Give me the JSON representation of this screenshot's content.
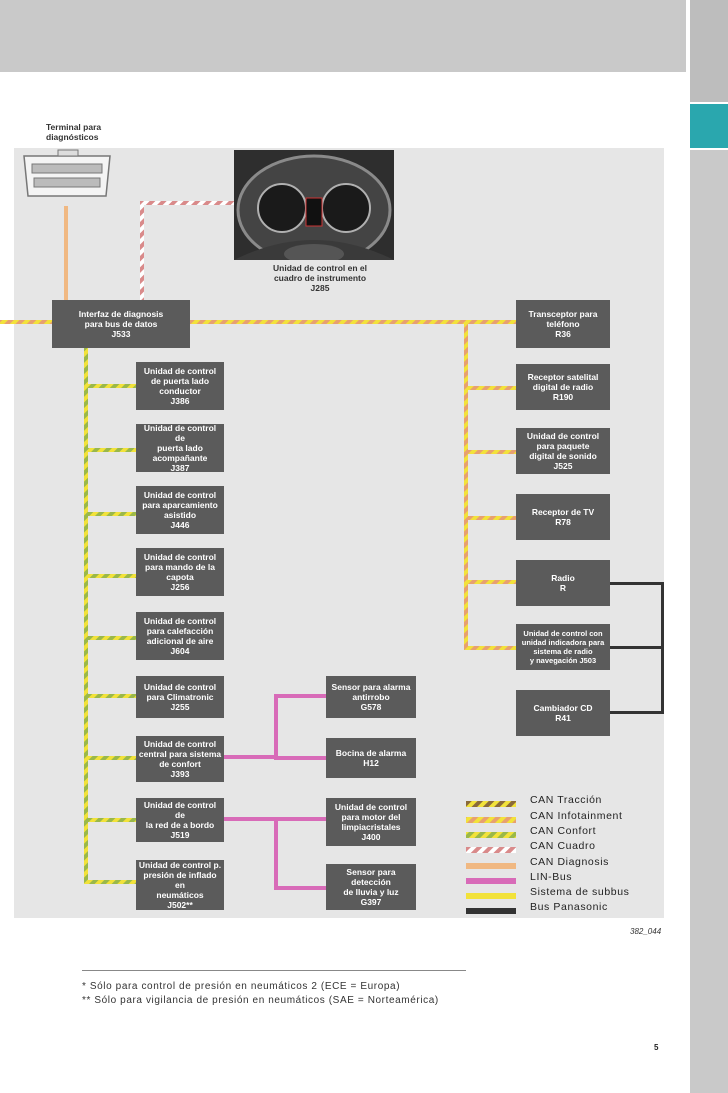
{
  "colors": {
    "can_traccion": "#8a6a3a",
    "can_infotainment": "#e8a070",
    "can_confort": "#9ab84a",
    "can_cuadro": "#d98a8a",
    "can_diagnosis": "#f0b882",
    "lin_bus": "#d86bb8",
    "subbus": "#f2e23a",
    "panasonic": "#333333",
    "box_fill": "#5b5b5b",
    "accent_teal": "#2aa7ae"
  },
  "diagnostic_terminal": {
    "label": "Terminal para diagnósticos"
  },
  "instrument_cluster": {
    "lines": [
      "Unidad de control en el",
      "cuadro de instrumento",
      "J285"
    ]
  },
  "gateway": {
    "lines": [
      "Interfaz de diagnosis",
      "para bus de datos",
      "J533"
    ]
  },
  "comfort_units": [
    {
      "lines": [
        "Unidad de control",
        "de puerta lado",
        "conductor",
        "J386"
      ]
    },
    {
      "lines": [
        "Unidad de control de",
        "puerta lado",
        "acompañante",
        "J387"
      ]
    },
    {
      "lines": [
        "Unidad de control",
        "para aparcamiento",
        "asistido",
        "J446"
      ]
    },
    {
      "lines": [
        "Unidad de control",
        "para mando de la",
        "capota",
        "J256"
      ]
    },
    {
      "lines": [
        "Unidad de control",
        "para calefacción",
        "adicional de aire",
        "J604"
      ]
    },
    {
      "lines": [
        "Unidad de control",
        "para Climatronic",
        "J255"
      ]
    },
    {
      "lines": [
        "Unidad de control",
        "central para sistema",
        "de confort",
        "J393"
      ]
    },
    {
      "lines": [
        "Unidad de control de",
        "la red de a bordo",
        "J519"
      ]
    },
    {
      "lines": [
        "Unidad de control p.",
        "presión de inflado en",
        "neumáticos",
        "J502**"
      ]
    }
  ],
  "lin_units": [
    {
      "lines": [
        "Sensor para alarma",
        "antirrobo",
        "G578"
      ]
    },
    {
      "lines": [
        "Bocina de alarma",
        "H12"
      ]
    },
    {
      "lines": [
        "Unidad de control",
        "para motor del",
        "limpiacristales",
        "J400"
      ]
    },
    {
      "lines": [
        "Sensor para detección",
        "de lluvia y luz",
        "G397"
      ]
    }
  ],
  "infotainment_units": [
    {
      "lines": [
        "Transceptor para",
        "teléfono",
        "R36"
      ]
    },
    {
      "lines": [
        "Receptor satelital",
        "digital de radio",
        "R190"
      ]
    },
    {
      "lines": [
        "Unidad de control",
        "para paquete",
        "digital de sonido",
        "J525"
      ]
    },
    {
      "lines": [
        "Receptor de TV",
        "R78"
      ]
    },
    {
      "lines": [
        "Radio",
        "R"
      ]
    },
    {
      "lines": [
        "Unidad de control con",
        "unidad indicadora para",
        "sistema de radio",
        "y navegación J503"
      ]
    },
    {
      "lines": [
        "Cambiador CD",
        "R41"
      ]
    }
  ],
  "legend": [
    {
      "label": "CAN Tracción",
      "color": "#8a6a3a"
    },
    {
      "label": "CAN Infotainment",
      "color": "#e8a070"
    },
    {
      "label": "CAN Confort",
      "color": "#9ab84a"
    },
    {
      "label": "CAN Cuadro",
      "color": "#d98a8a"
    },
    {
      "label": "CAN Diagnosis",
      "color": "#f0b882"
    },
    {
      "label": "LIN-Bus",
      "color": "#d86bb8"
    },
    {
      "label": "Sistema de subbus",
      "color": "#f2e23a"
    },
    {
      "label": "Bus Panasonic",
      "color": "#333333"
    }
  ],
  "figure_id": "382_044",
  "footnotes": [
    "* Sólo para control de presión en neumáticos 2 (ECE = Europa)",
    "** Sólo para vigilancia de presión en neumáticos (SAE = Norteamérica)"
  ],
  "page_number": "5"
}
